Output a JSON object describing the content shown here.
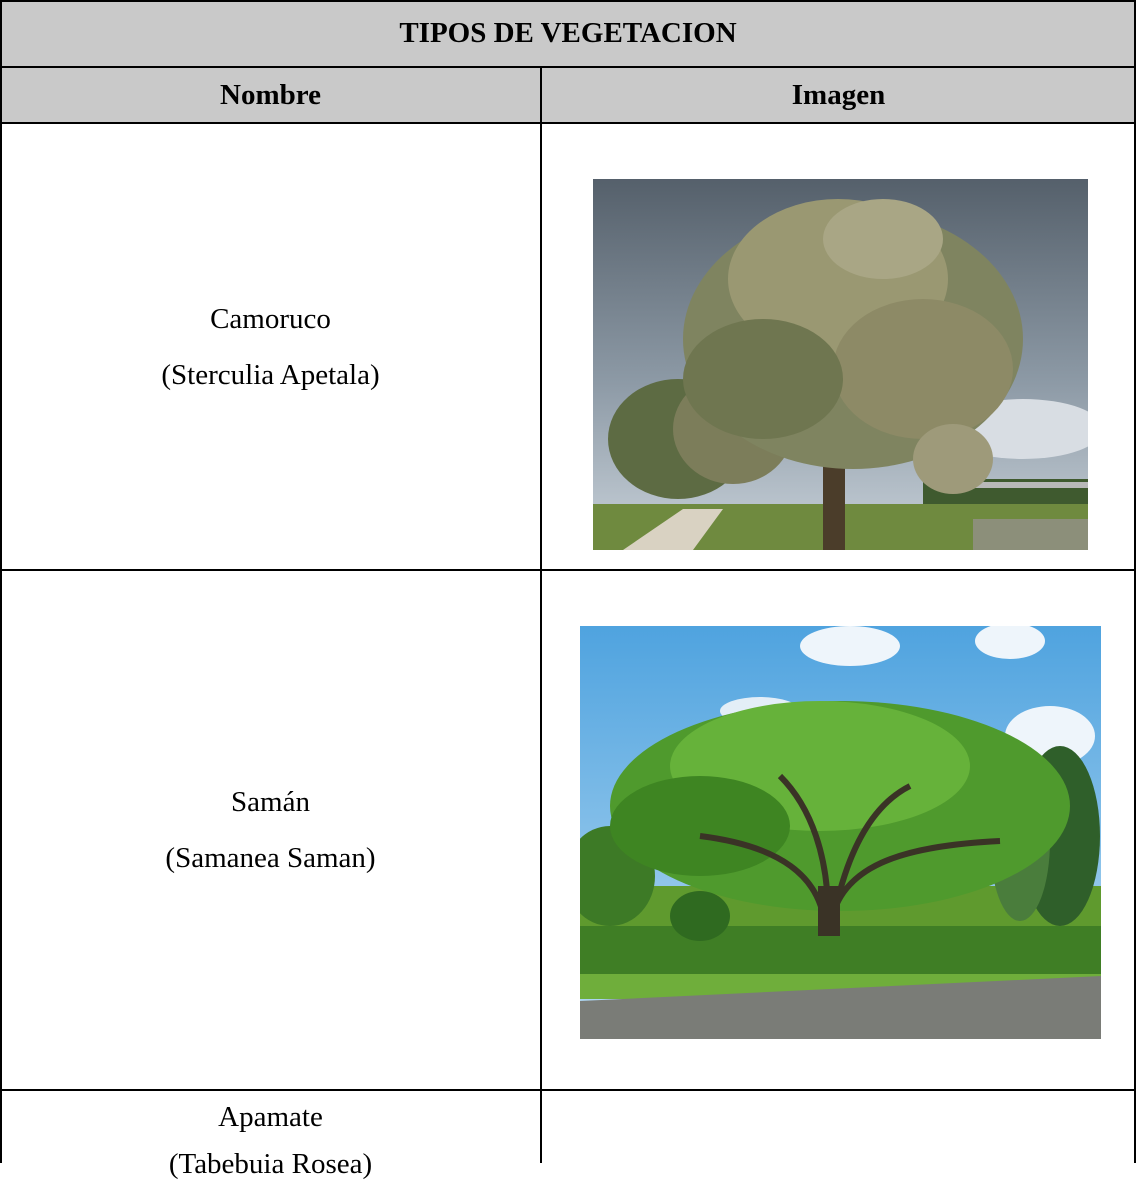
{
  "table": {
    "title": "TIPOS DE VEGETACION",
    "headers": {
      "name": "Nombre",
      "image": "Imagen"
    },
    "rows": [
      {
        "common": "Camoruco",
        "scientific": "(Sterculia Apetala)",
        "image": "camoruco-tree-photo"
      },
      {
        "common": "Samán",
        "scientific": "(Samanea Saman)",
        "image": "saman-tree-photo"
      },
      {
        "common": "Apamate",
        "scientific": "(Tabebuia Rosea)",
        "image": ""
      }
    ]
  },
  "colors": {
    "header_bg": "#c9c9c9",
    "border": "#000000"
  }
}
